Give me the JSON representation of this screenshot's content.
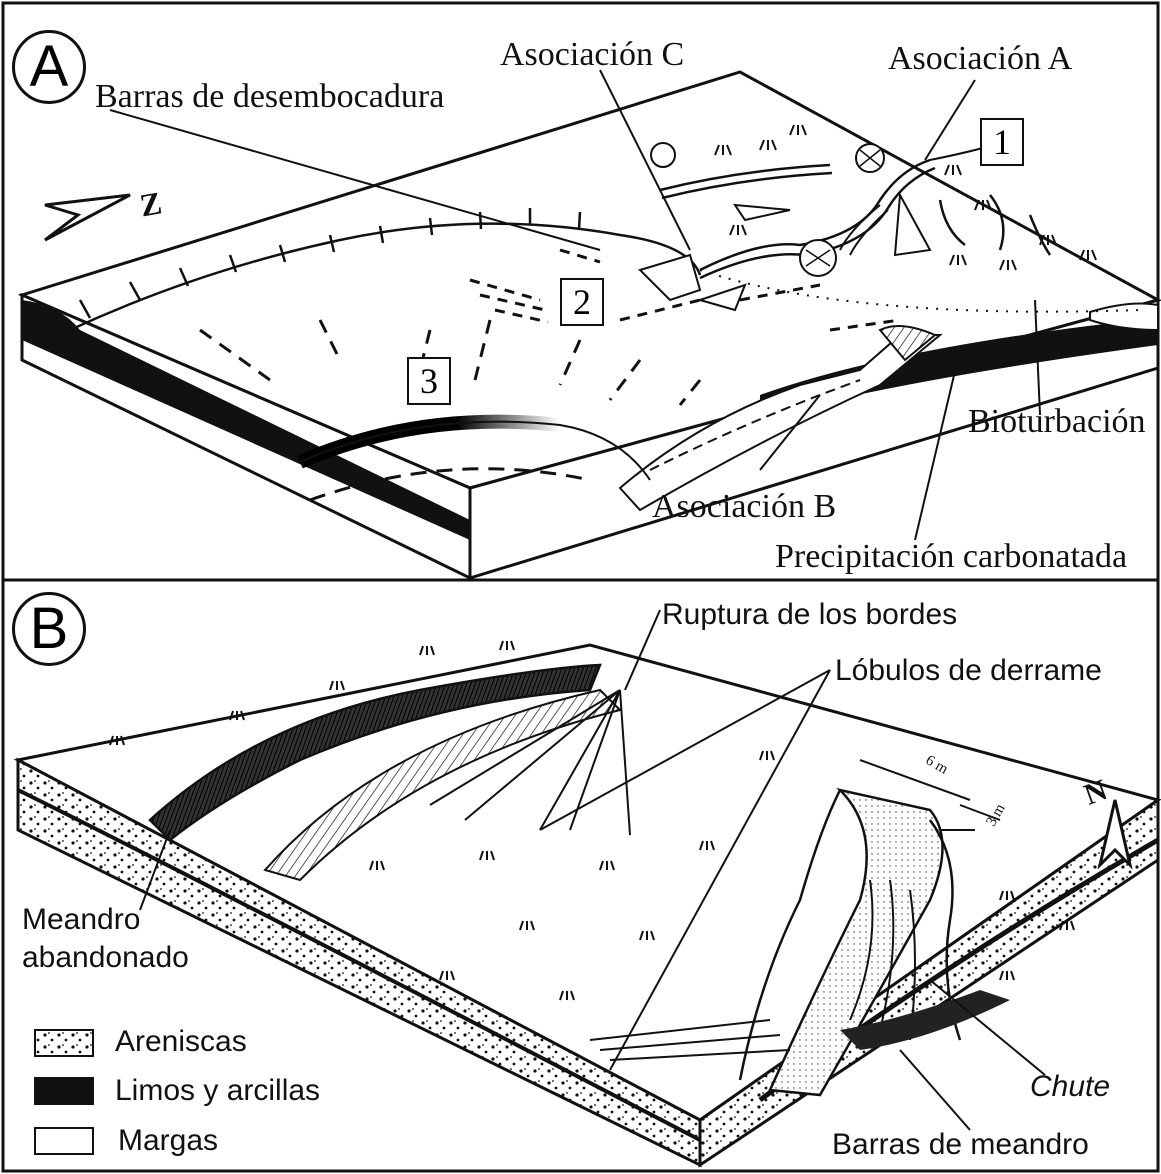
{
  "panel_a": {
    "letter": "A",
    "labels": {
      "barras_desembocadura": "Barras de desembocadura",
      "asociacion_c": "Asociación C",
      "asociacion_a": "Asociación A",
      "bioturbacion": "Bioturbación",
      "asociacion_b": "Asociación B",
      "precipitacion": "Precipitación carbonatada"
    },
    "numbers": [
      "1",
      "2",
      "3"
    ],
    "north": "Z"
  },
  "panel_b": {
    "letter": "B",
    "labels": {
      "ruptura": "Ruptura de los bordes",
      "lobulos": "Lóbulos de derrame",
      "meandro_line1": "Meandro",
      "meandro_line2": "abandonado",
      "chute": "Chute",
      "barras_meandro": "Barras de meandro"
    },
    "dimensions": {
      "width_1": "6 m",
      "width_2": "3 m"
    },
    "north": "N",
    "legend": [
      {
        "label": "Areniscas",
        "pattern": "dots"
      },
      {
        "label": "Limos y arcillas",
        "pattern": "solid"
      },
      {
        "label": "Margas",
        "pattern": "empty"
      }
    ]
  },
  "colors": {
    "ink": "#111111",
    "paper": "#ffffff",
    "shade": "#2a2a2a"
  }
}
